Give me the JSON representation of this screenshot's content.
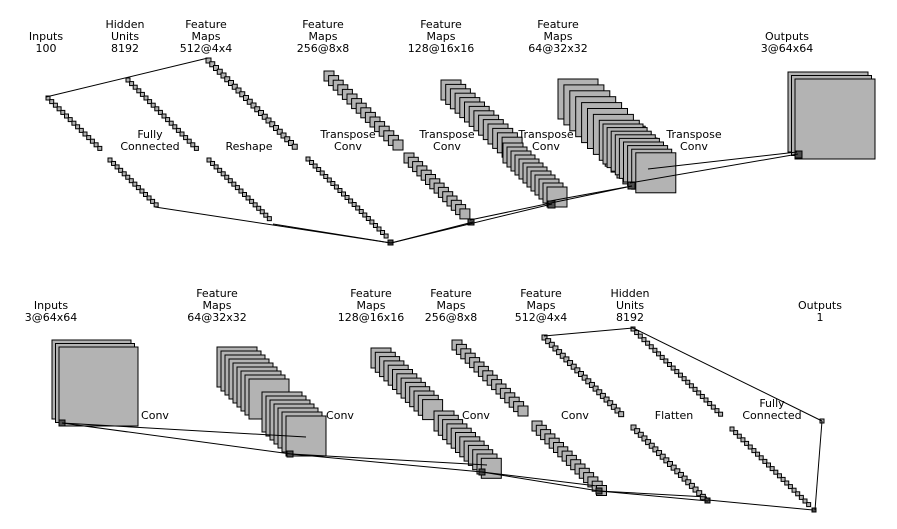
{
  "generator": {
    "headers": [
      {
        "lines": [
          "Inputs",
          "100"
        ]
      },
      {
        "lines": [
          "Hidden",
          "Units",
          "8192"
        ]
      },
      {
        "lines": [
          "Feature",
          "Maps",
          "512@4x4"
        ]
      },
      {
        "lines": [
          "Feature",
          "Maps",
          "256@8x8"
        ]
      },
      {
        "lines": [
          "Feature",
          "Maps",
          "128@16x16"
        ]
      },
      {
        "lines": [
          "Feature",
          "Maps",
          "64@32x32"
        ]
      },
      {
        "lines": [
          "Outputs",
          "3@64x64"
        ]
      }
    ],
    "operations": [
      {
        "lines": [
          "Fully",
          "Connected"
        ]
      },
      {
        "lines": [
          "Reshape"
        ]
      },
      {
        "lines": [
          "Transpose",
          "Conv"
        ]
      },
      {
        "lines": [
          "Transpose",
          "Conv"
        ]
      },
      {
        "lines": [
          "Transpose",
          "Conv"
        ]
      },
      {
        "lines": [
          "Transpose",
          "Conv"
        ]
      }
    ]
  },
  "discriminator": {
    "headers": [
      {
        "lines": [
          "Inputs",
          "3@64x64"
        ]
      },
      {
        "lines": [
          "Feature",
          "Maps",
          "64@32x32"
        ]
      },
      {
        "lines": [
          "Feature",
          "Maps",
          "128@16x16"
        ]
      },
      {
        "lines": [
          "Feature",
          "Maps",
          "256@8x8"
        ]
      },
      {
        "lines": [
          "Feature",
          "Maps",
          "512@4x4"
        ]
      },
      {
        "lines": [
          "Hidden",
          "Units",
          "8192"
        ]
      },
      {
        "lines": [
          "Outputs",
          "1"
        ]
      }
    ],
    "operations": [
      {
        "lines": [
          "Conv"
        ]
      },
      {
        "lines": [
          "Conv"
        ]
      },
      {
        "lines": [
          "Conv"
        ]
      },
      {
        "lines": [
          "Conv"
        ]
      },
      {
        "lines": [
          "Flatten"
        ]
      },
      {
        "lines": [
          "Fully",
          "Connected"
        ]
      }
    ]
  },
  "colors": {
    "block_fill": "#b3b3b3",
    "patch_fill": "#4d4d4d",
    "stroke": "#000000",
    "background": "#ffffff"
  }
}
